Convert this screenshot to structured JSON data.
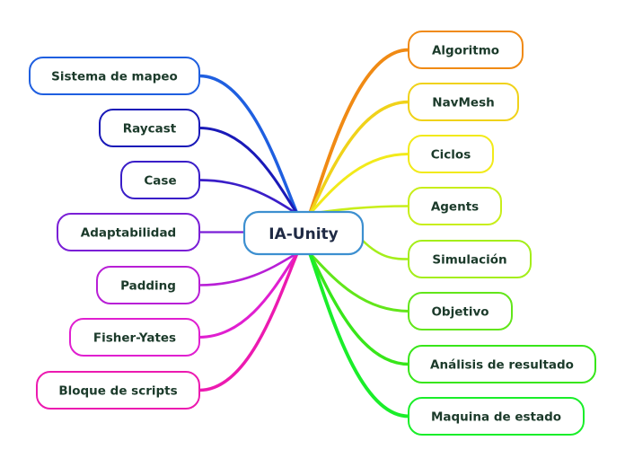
{
  "central": {
    "label": "IA-Unity",
    "color": "#3c8fd0"
  },
  "left_topics": [
    {
      "label": "Sistema de mapeo",
      "color": "#1f5fe0"
    },
    {
      "label": "Raycast",
      "color": "#1a1ab8"
    },
    {
      "label": "Case",
      "color": "#3a1ec8"
    },
    {
      "label": "Adaptabilidad",
      "color": "#7a1fd6"
    },
    {
      "label": "Padding",
      "color": "#b81fd6"
    },
    {
      "label": "Fisher-Yates",
      "color": "#e01fd0"
    },
    {
      "label": "Bloque de scripts",
      "color": "#ec1ab0"
    }
  ],
  "right_topics": [
    {
      "label": "Algoritmo",
      "color": "#f08a14"
    },
    {
      "label": "NavMesh",
      "color": "#f0d21a"
    },
    {
      "label": "Ciclos",
      "color": "#f2ea1a"
    },
    {
      "label": "Agents",
      "color": "#c8ee1a"
    },
    {
      "label": "Simulación",
      "color": "#a4ee1a"
    },
    {
      "label": "Objetivo",
      "color": "#62e61a"
    },
    {
      "label": "Análisis de resultado",
      "color": "#38e61a"
    },
    {
      "label": "Maquina de estado",
      "color": "#1aee2a"
    }
  ]
}
